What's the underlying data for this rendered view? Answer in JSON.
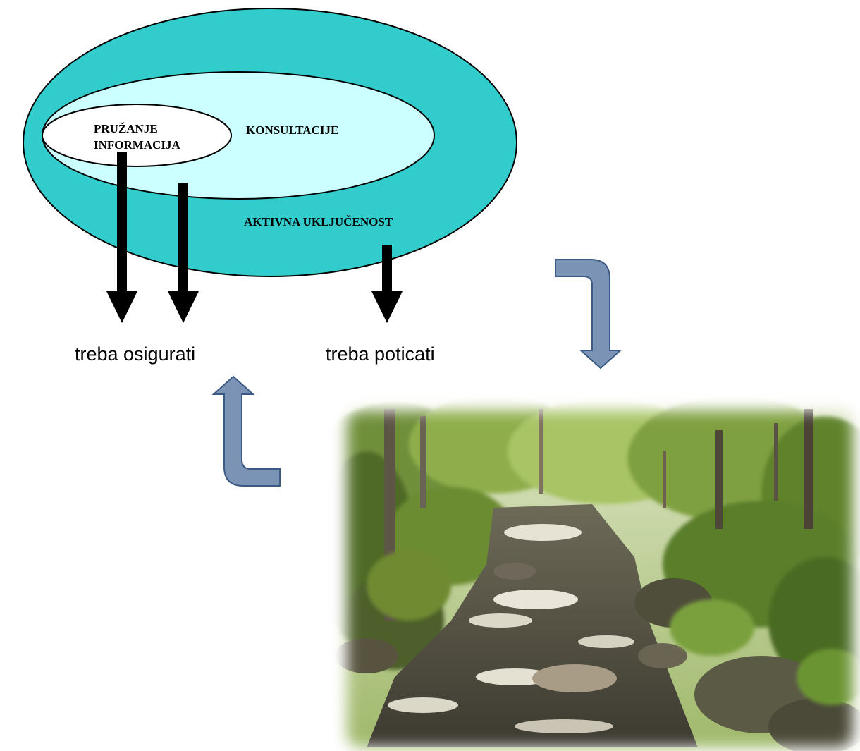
{
  "diagram": {
    "inner_label_line1": "PRUŽANJE",
    "inner_label_line2": "INFORMACIJA",
    "middle_label": "KONSULTACIJE",
    "outer_label": "AKTIVNA UKLJUČENOST",
    "caption_left": "treba osigurati",
    "caption_right": "treba poticati"
  },
  "colors": {
    "outer_ellipse": "#33cccc",
    "middle_ellipse": "#ccffff",
    "inner_ellipse": "#ffffff",
    "outline": "#000000",
    "flow_arrow_fill": "#7b93b4",
    "flow_arrow_stroke": "#3b5a86"
  },
  "photo": {
    "subject": "forest-stream"
  }
}
